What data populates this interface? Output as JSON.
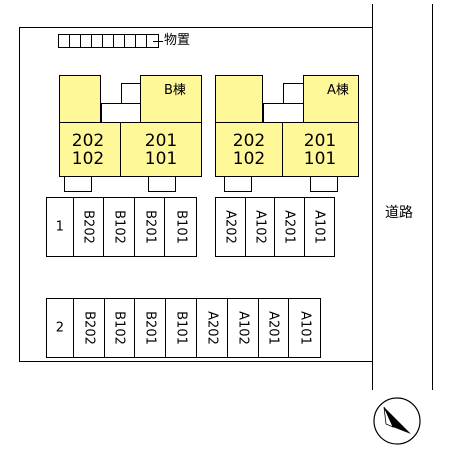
{
  "storage": {
    "label": "物置"
  },
  "road": {
    "label": "道路"
  },
  "buildings": [
    {
      "name": "B棟",
      "upper_left": "202",
      "lower_left": "102",
      "upper_right": "201",
      "lower_right": "101"
    },
    {
      "name": "A棟",
      "upper_left": "202",
      "lower_left": "102",
      "upper_right": "201",
      "lower_right": "101"
    }
  ],
  "parking_row1": {
    "number": "1",
    "b_spaces": [
      "B202",
      "B102",
      "B201",
      "B101"
    ],
    "a_spaces": [
      "A202",
      "A102",
      "A201",
      "A101"
    ]
  },
  "parking_row2": {
    "number": "2",
    "spaces": [
      "B202",
      "B102",
      "B201",
      "B101",
      "A202",
      "A102",
      "A201",
      "A101"
    ]
  },
  "compass": {
    "icon": "north-arrow-icon"
  },
  "colors": {
    "building_fill": "#fff899",
    "line": "#000000",
    "background": "#ffffff"
  }
}
